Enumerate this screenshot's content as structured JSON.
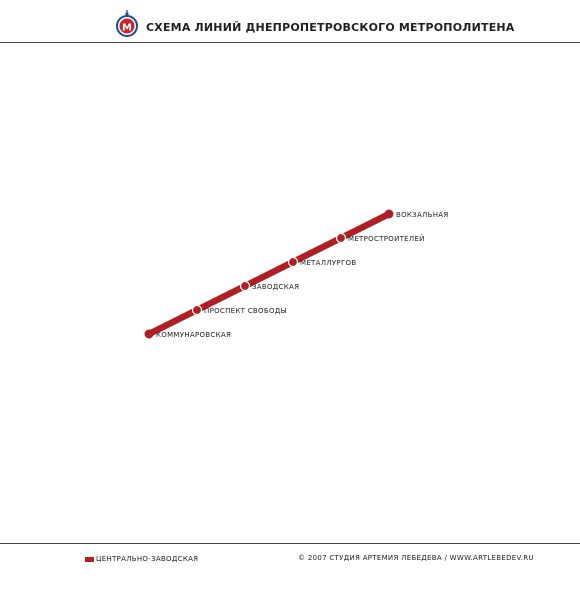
{
  "header": {
    "title": "СХЕМА ЛИНИЙ ДНЕПРОПЕТРОВСКОГО МЕТРОПОЛИТЕНА",
    "logo_icon": "dnipro-metro-logo-icon",
    "logo_letter": "М"
  },
  "map": {
    "line": {
      "name": "ЦЕНТРАЛЬНО-ЗАВОДСКАЯ",
      "color": "#b01f24",
      "stations": [
        {
          "id": "kommunarovskaya",
          "name": "КОММУНАРОВСКАЯ"
        },
        {
          "id": "prospekt-svobody",
          "name": "ПРОСПЕКТ СВОБОДЫ"
        },
        {
          "id": "zavodskaya",
          "name": "ЗАВОДСКАЯ"
        },
        {
          "id": "metallurgov",
          "name": "МЕТАЛЛУРГОВ"
        },
        {
          "id": "metrostroiteley",
          "name": "МЕТРОСТРОИТЕЛЕЙ"
        },
        {
          "id": "vokzalnaya",
          "name": "ВОКЗАЛЬНАЯ"
        }
      ]
    }
  },
  "footer": {
    "legend_label": "ЦЕНТРАЛЬНО-ЗАВОДСКАЯ",
    "copyright": "© 2007 СТУДИЯ АРТЕМИЯ ЛЕБЕДЕВА  /  WWW.ARTLEBEDEV.RU"
  }
}
